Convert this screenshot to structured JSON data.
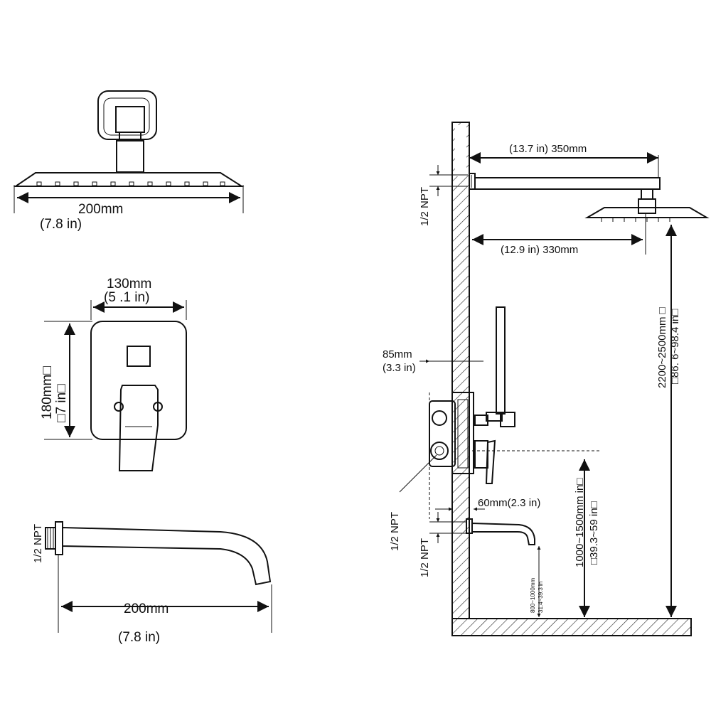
{
  "labels": {
    "head_width_mm": "200mm",
    "head_width_in": "(7.8  in)",
    "plate_width_mm": "130mm",
    "plate_width_in": "(5 .1 in)",
    "plate_height": "180mm□",
    "plate_height_in": "□7 in□",
    "spout_npt": "1/2 NPT",
    "spout_len_mm": "200mm",
    "spout_len_in": "(7.8 in)",
    "top_npt": "1/2 NPT",
    "arm_350": "(13.7 in) 350mm",
    "arm_330": "(12.9 in) 330mm",
    "wall_85_mm": "85mm",
    "wall_85_in": "(3.3 in)",
    "valve_npt": "1/2 NPT",
    "spout_npt_2": "1/2 NPT",
    "gap_60": "60mm(2.3 in)",
    "height_total": "2200~2500mm □",
    "height_total_in": "□86. 6~98.4  in□",
    "height_valve": "1000~1500mm  in□",
    "height_valve_in": "□39.3~59  in□",
    "height_spout": "800~1000mm",
    "height_spout_in": "31.4~39.3 in"
  }
}
